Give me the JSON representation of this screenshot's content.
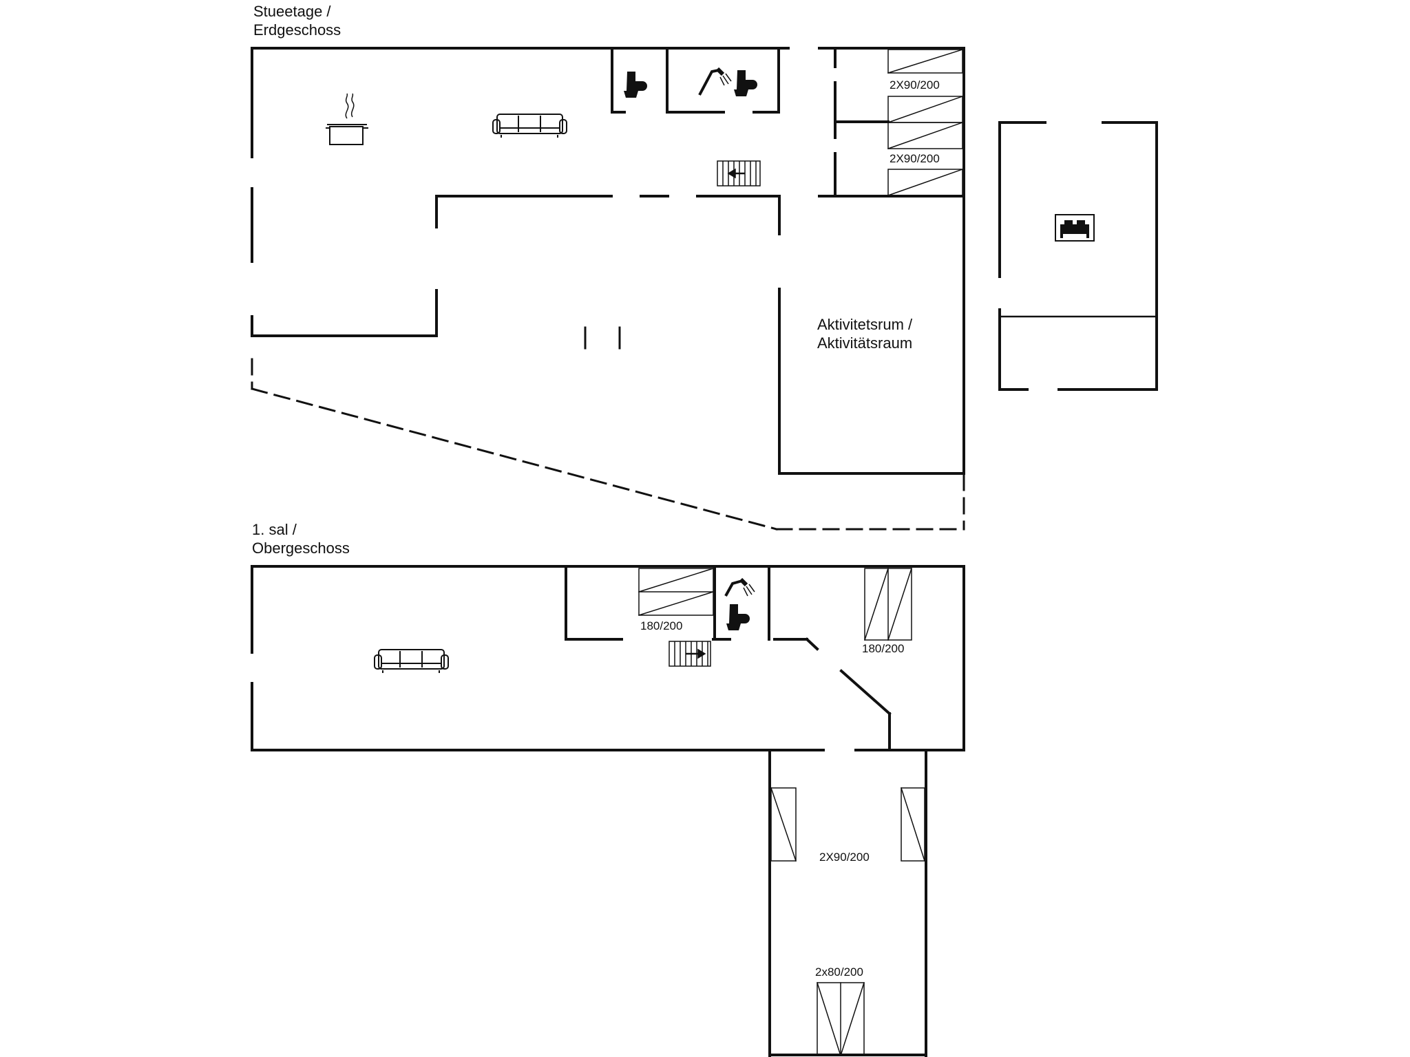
{
  "floors": {
    "ground": {
      "title_line1": "Stueetage /",
      "title_line2": "Erdgeschoss"
    },
    "first": {
      "title_line1": "1. sal /",
      "title_line2": "Obergeschoss"
    }
  },
  "rooms": {
    "activity_line1": "Aktivitetsrum /",
    "activity_line2": "Aktivitätsraum"
  },
  "beds": {
    "ground_a": "2X90/200",
    "ground_b": "2X90/200",
    "first_small": "180/200",
    "first_right": "180/200",
    "wing_middle": "2X90/200",
    "wing_bottom": "2x80/200"
  },
  "icons": [
    "stove-icon",
    "sofa-icon",
    "toilet-icon",
    "shower-icon",
    "stairs-icon",
    "bed-icon"
  ],
  "colors": {
    "wall": "#111111",
    "background": "#ffffff"
  }
}
